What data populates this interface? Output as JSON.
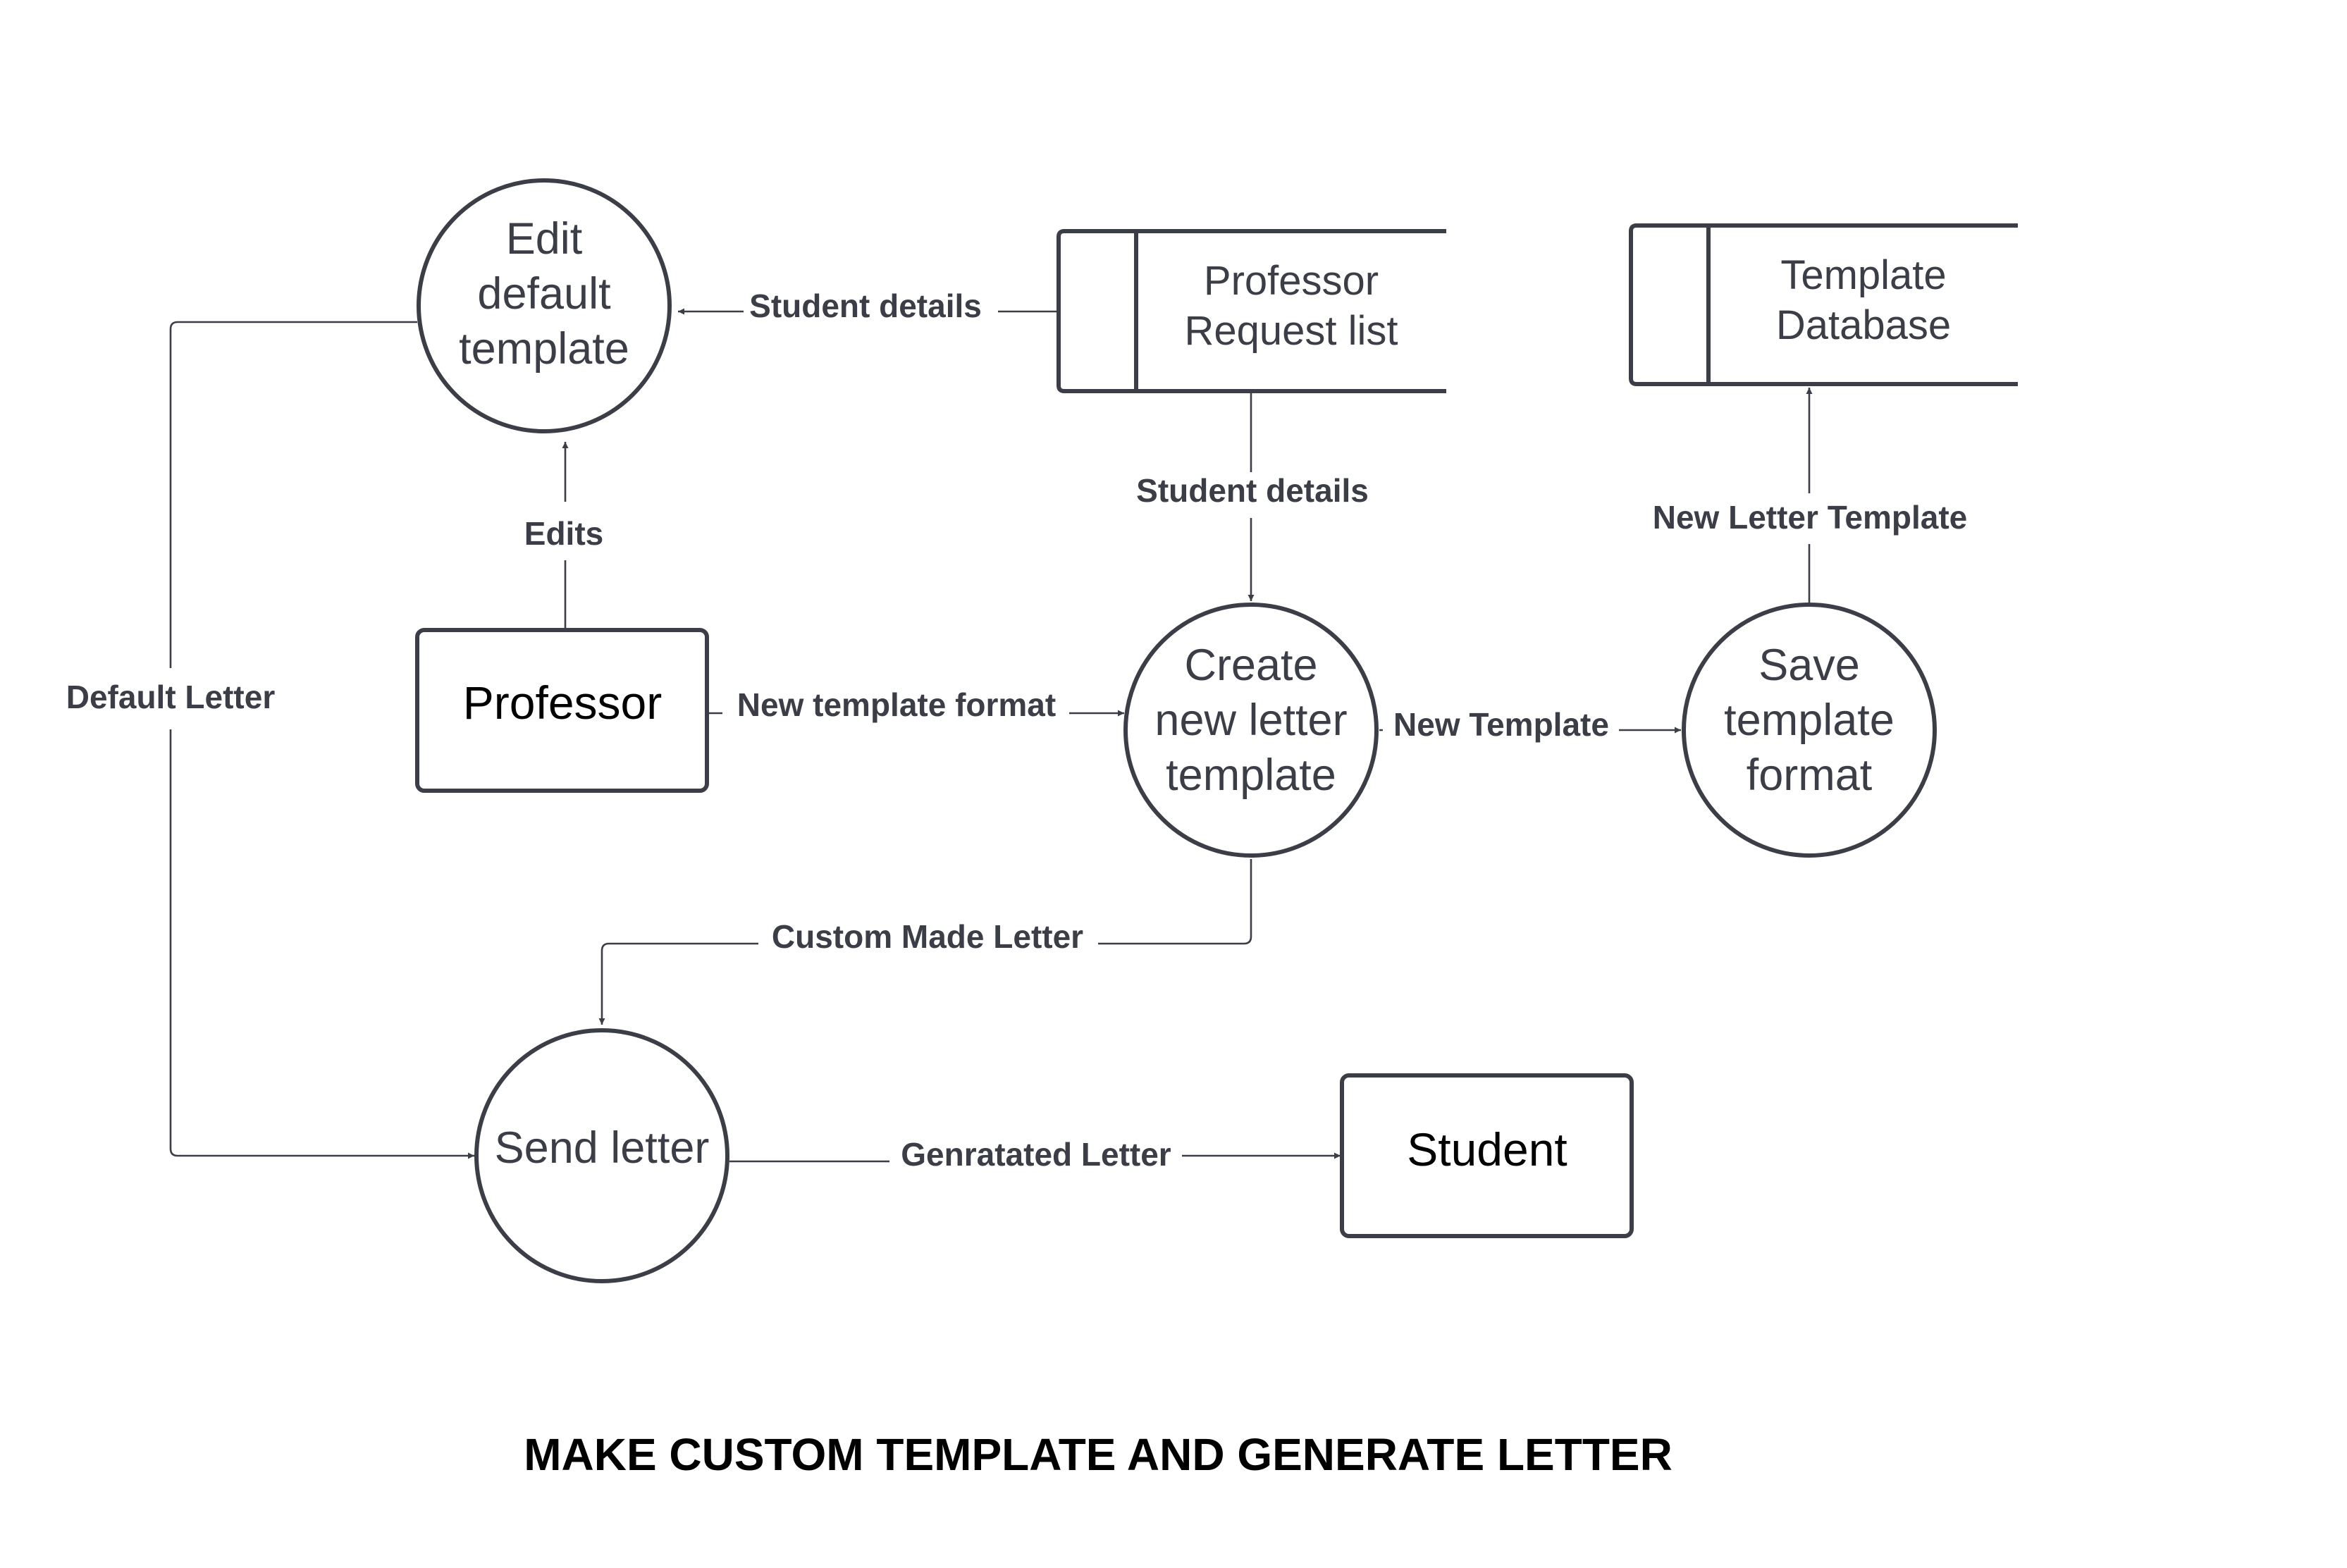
{
  "title": "MAKE CUSTOM TEMPLATE AND GENERATE LETTER",
  "processes": {
    "edit_default_template": [
      "Edit",
      "default",
      "template"
    ],
    "create_new_letter_template": [
      "Create",
      "new letter",
      "template"
    ],
    "save_template_format": [
      "Save",
      "template",
      "format"
    ],
    "send_letter": [
      "Send letter"
    ]
  },
  "entities": {
    "professor": "Professor",
    "student": "Student"
  },
  "data_stores": {
    "professor_request_list": [
      "Professor",
      "Request list"
    ],
    "template_database": [
      "Template",
      "Database"
    ]
  },
  "flows": {
    "student_details_to_edit": "Student details",
    "student_details_to_create": "Student details",
    "edits": "Edits",
    "new_template_format": "New template format",
    "new_template": "New Template",
    "new_letter_template": "New Letter Template",
    "custom_made_letter": "Custom Made Letter",
    "default_letter": "Default Letter",
    "generated_letter": "Genratated Letter"
  },
  "colors": {
    "stroke": "#3b3e47",
    "text": "#3b3e47",
    "entity_text": "#000000",
    "background": "#ffffff"
  }
}
